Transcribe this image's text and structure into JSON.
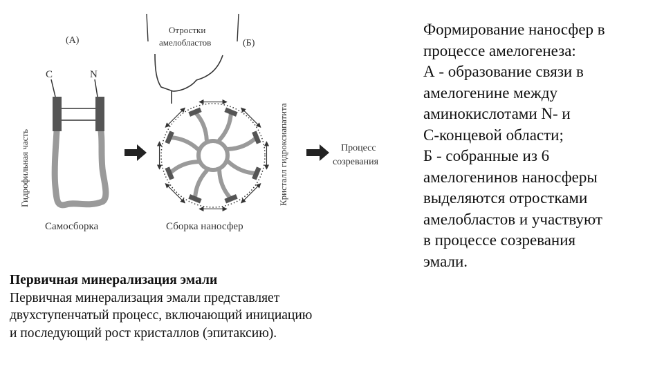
{
  "diagram": {
    "panel_a": "(А)",
    "panel_b": "(Б)",
    "c_terminus": "C",
    "n_terminus": "N",
    "hydrophilic_label": "Гидрофильная часть",
    "self_assembly_label": "Самосборка",
    "processes_line1": "Отростки",
    "processes_line2": "амелобластов",
    "crystal_label": "Кристалл гидроксиапатита",
    "nanosphere_assembly_label": "Сборка наносфер",
    "maturation_line1": "Процесс",
    "maturation_line2": "созревания"
  },
  "caption": {
    "lines": [
      "Формирование наносфер в",
      "процессе амелогенеза:",
      "А - образование связи в",
      "амелогенине между",
      "аминокислотами N- и",
      "С-концевой области;",
      "Б - собранные из 6",
      "амелогенинов наносферы",
      "выделяются отростками",
      "амелобластов и участвуют",
      "в процессе созревания",
      "эмали."
    ]
  },
  "section": {
    "title": "Первичная минерализация эмали",
    "lines": [
      "Первичная минерализация эмали представляет",
      "двухступенчатый процесс, включающий инициацию",
      "и последующий рост кристаллов (эпитаксию)."
    ]
  }
}
